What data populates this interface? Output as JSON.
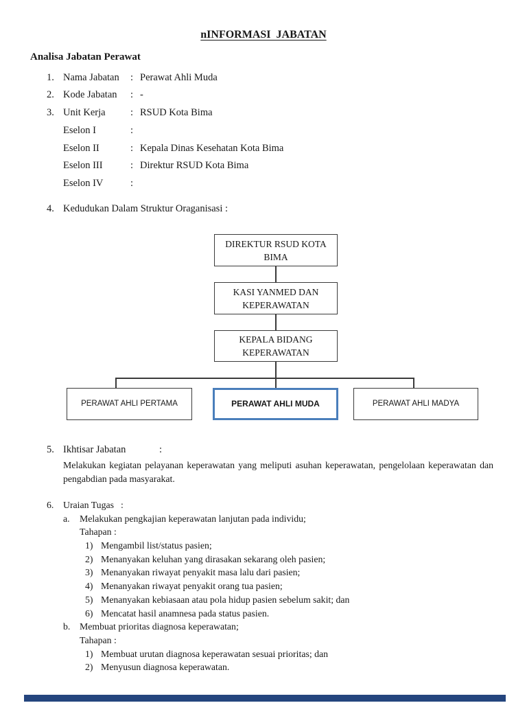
{
  "page": {
    "title": "nINFORMASI  JABATAN",
    "subtitle": "Analisa Jabatan Perawat"
  },
  "identity": {
    "items": [
      {
        "no": "1.",
        "label": "Nama Jabatan",
        "sep": ":",
        "value": "Perawat Ahli Muda"
      },
      {
        "no": "2.",
        "label": "Kode Jabatan",
        "sep": ":",
        "value": "-"
      },
      {
        "no": "3.",
        "label": "Unit Kerja",
        "sep": ":",
        "value": "RSUD Kota Bima"
      }
    ],
    "eselon": [
      {
        "label": "Eselon I",
        "sep": ":",
        "value": ""
      },
      {
        "label": "Eselon II",
        "sep": ":",
        "value": "Kepala Dinas Kesehatan Kota Bima"
      },
      {
        "label": "Eselon III",
        "sep": ":",
        "value": "Direktur RSUD Kota Bima"
      },
      {
        "label": "Eselon IV",
        "sep": ":",
        "value": ""
      }
    ]
  },
  "structure": {
    "no": "4.",
    "heading": "Kedudukan Dalam Struktur Oraganisasi :",
    "org_chart": {
      "chain": [
        "DIREKTUR RSUD KOTA BIMA",
        "KASI YANMED DAN KEPERAWATAN",
        "KEPALA BIDANG KEPERAWATAN"
      ],
      "children": [
        {
          "label": "PERAWAT AHLI PERTAMA",
          "highlighted": false
        },
        {
          "label": "PERAWAT AHLI MUDA",
          "highlighted": true
        },
        {
          "label": "PERAWAT AHLI MADYA",
          "highlighted": false
        }
      ],
      "highlight_border_color": "#4a7ebb",
      "box_border_color": "#3a3a3a"
    }
  },
  "ikhtisar": {
    "no": "5.",
    "label": "Ikhtisar Jabatan",
    "sep": ":",
    "body": "Melakukan kegiatan pelayanan keperawatan yang meliputi asuhan keperawatan, pengelolaan keperawatan dan pengabdian pada masyarakat."
  },
  "uraian": {
    "no": "6.",
    "label": "Uraian Tugas",
    "sep": ":",
    "tasks": [
      {
        "letter": "a.",
        "text": "Melakukan pengkajian keperawatan lanjutan pada individu;",
        "tahapan_label": "Tahapan :",
        "steps": [
          {
            "no": "1)",
            "text": "Mengambil list/status pasien;"
          },
          {
            "no": "2)",
            "text": "Menanyakan keluhan yang dirasakan sekarang oleh pasien;"
          },
          {
            "no": "3)",
            "text": "Menanyakan riwayat penyakit masa lalu dari pasien;"
          },
          {
            "no": "4)",
            "text": "Menanyakan riwayat penyakit orang tua pasien;"
          },
          {
            "no": "5)",
            "text": "Menanyakan kebiasaan atau pola hidup pasien sebelum sakit; dan"
          },
          {
            "no": "6)",
            "text": "Mencatat hasil anamnesa pada status pasien."
          }
        ]
      },
      {
        "letter": "b.",
        "text": "Membuat prioritas diagnosa keperawatan;",
        "tahapan_label": "Tahapan :",
        "steps": [
          {
            "no": "1)",
            "text": "Membuat urutan diagnosa keperawatan sesuai prioritas; dan"
          },
          {
            "no": "2)",
            "text": "Menyusun diagnosa keperawatan."
          }
        ]
      }
    ]
  },
  "footer": {
    "next_page_edge_color": "#24457e"
  }
}
